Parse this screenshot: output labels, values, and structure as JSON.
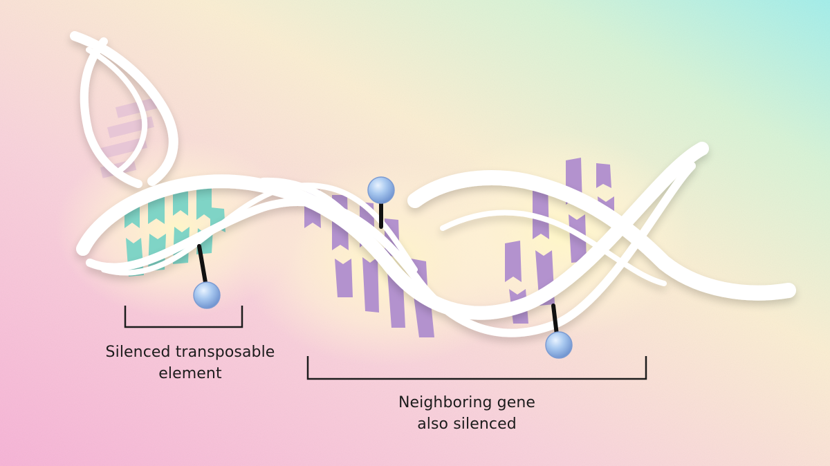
{
  "labels": {
    "transposable_element": [
      "Silenced transposable",
      "element"
    ],
    "neighboring_gene": [
      "Neighboring gene",
      "also silenced"
    ]
  },
  "colors": {
    "background_pink": "#f7bcd8",
    "background_cream": "#fbeed2",
    "background_aqua": "#a8f0e6",
    "dna_backbone": "#ffffff",
    "transposable_element_bases": "#7fd4c6",
    "gene_bases": "#b392ce",
    "methyl_marker": "#a7c8ef",
    "marker_stem": "#111111",
    "bracket": "#1c1c1c"
  },
  "icons": {
    "methyl_marker": "methyl-group-icon",
    "dna": "dna-double-helix-icon"
  }
}
